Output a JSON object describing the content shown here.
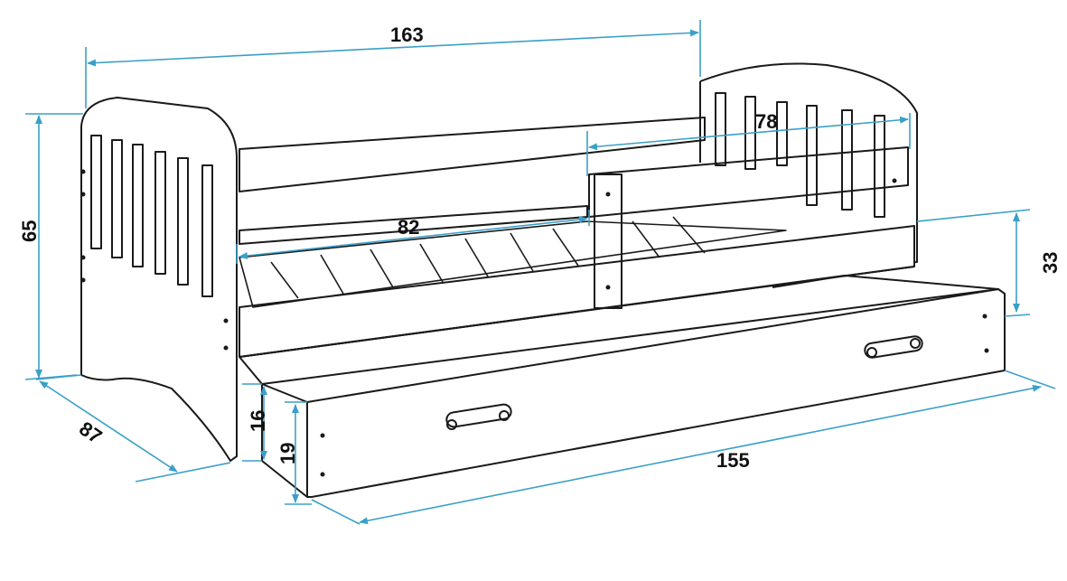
{
  "diagram": {
    "subject": "bed-with-drawer",
    "colors": {
      "outline": "#1a1a1a",
      "dimension": "#3aa0c8",
      "background": "#ffffff"
    },
    "dimensions": {
      "overall_length": "163",
      "overall_height": "65",
      "depth": "87",
      "mattress_width": "82",
      "safety_rail_length": "78",
      "side_height": "33",
      "drawer_front_height_inner": "16",
      "drawer_front_height_outer": "19",
      "drawer_length": "155"
    }
  }
}
